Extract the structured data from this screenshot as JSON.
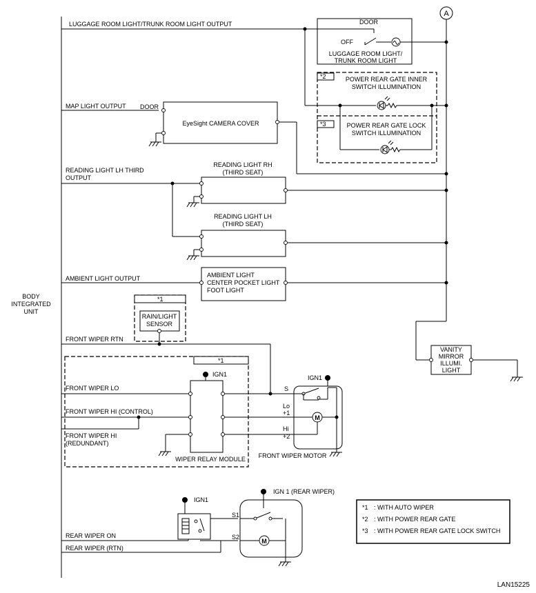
{
  "unit": {
    "label_line1": "BODY",
    "label_line2": "INTEGRATED",
    "label_line3": "UNIT"
  },
  "outputs": {
    "luggage": "LUGGAGE ROOM LIGHT/TRUNK ROOM LIGHT OUTPUT",
    "map": "MAP LIGHT OUTPUT",
    "reading_line1": "READING LIGHT LH THIRD",
    "reading_line2": "OUTPUT",
    "ambient": "AMBIENT LIGHT OUTPUT",
    "fw_rtn": "FRONT WIPER RTN",
    "fw_lo": "FRONT WIPER LO",
    "fw_hi_ctrl": "FRONT WIPER HI (CONTROL)",
    "fw_hi_red_line1": "FRONT WIPER HI",
    "fw_hi_red_line2": "(REDUNDANT)",
    "rw_on": "REAR WIPER ON",
    "rw_rtn": "REAR WIPER (RTN)"
  },
  "connector": "A",
  "luggage_light": {
    "door": "DOOR",
    "off": "OFF",
    "name_line1": "LUGGAGE ROOM LIGHT/",
    "name_line2": "TRUNK ROOM LIGHT"
  },
  "power_gate_inner": {
    "tag": "*2",
    "name_line1": "POWER REAR GATE INNER",
    "name_line2": "SWITCH ILLUMINATION"
  },
  "power_gate_lock": {
    "tag": "*3",
    "name_line1": "POWER REAR GATE LOCK",
    "name_line2": "SWITCH ILLUMINATION"
  },
  "eyesight": {
    "door": "DOOR",
    "name": "EyeSight CAMERA COVER"
  },
  "reading_rh": {
    "name_line1": "READING LIGHT RH",
    "name_line2": "(THIRD SEAT)"
  },
  "reading_lh": {
    "name_line1": "READING LIGHT LH",
    "name_line2": "(THIRD SEAT)"
  },
  "ambient_light": {
    "line1": "AMBIENT LIGHT",
    "line2": "CENTER POCKET LIGHT",
    "line3": "FOOT LIGHT"
  },
  "rain_sensor": {
    "tag": "*1",
    "line1": "RAIN/LIGHT",
    "line2": "SENSOR"
  },
  "vanity": {
    "line1": "VANITY",
    "line2": "MIRROR",
    "line3": "ILLUMI.",
    "line4": "LIGHT"
  },
  "wiper_relay": {
    "tag": "*1",
    "ign": "IGN1",
    "name": "WIPER RELAY MODULE"
  },
  "front_motor": {
    "ign": "IGN1",
    "s": "S",
    "lo": "Lo",
    "lo_pin": "+1",
    "hi": "Hi",
    "hi_pin": "+2",
    "motor": "M",
    "name": "FRONT WIPER MOTOR"
  },
  "rear_relay": {
    "ign": "IGN1"
  },
  "rear_motor": {
    "ign": "IGN 1 (REAR WIPER)",
    "s1": "S1",
    "s2": "S2",
    "motor": "M"
  },
  "legend": [
    {
      "tag": "*1",
      "text": ": WITH AUTO WIPER"
    },
    {
      "tag": "*2",
      "text": ": WITH POWER REAR GATE"
    },
    {
      "tag": "*3",
      "text": ": WITH POWER REAR GATE LOCK SWITCH"
    }
  ],
  "code": "LAN15225"
}
